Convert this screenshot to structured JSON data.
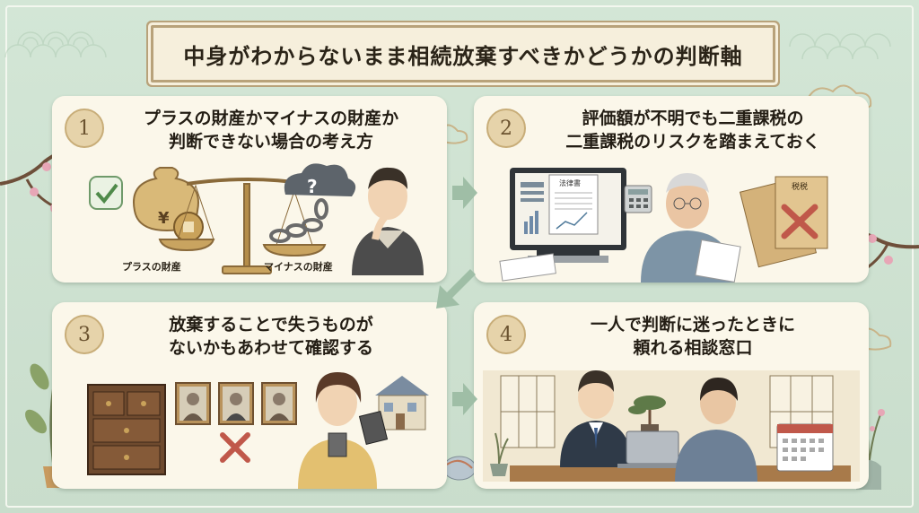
{
  "title": "中身がわからないまま相続放棄すべきかどうかの判断軸",
  "panels": [
    {
      "number": "1",
      "line1": "プラスの財産かマイナスの財産か",
      "line2": "判断できない場合の考え方",
      "caption_plus": "プラスの財産",
      "caption_minus": "マイナスの財産"
    },
    {
      "number": "2",
      "line1": "評価額が不明でも二重課税の",
      "line2": "二重課税のリスクを踏まえておく",
      "doc_label": "法律書",
      "envelope_label": "税税"
    },
    {
      "number": "3",
      "line1": "放棄することで失うものが",
      "line2": "ないかもあわせて確認する"
    },
    {
      "number": "4",
      "line1": "一人で判断に迷ったときに",
      "line2": "頼れる相談窓口"
    }
  ],
  "icons": [
    "check-icon",
    "money-bag-icon",
    "coin-icon",
    "scale-icon",
    "chain-icon",
    "question-cloud-icon",
    "thinking-person-icon",
    "computer-icon",
    "calculator-icon",
    "envelope-icon",
    "cross-icon",
    "elderly-man-icon",
    "chest-icon",
    "portrait-icon",
    "woman-icon",
    "house-icon",
    "advisor-icon",
    "client-icon",
    "laptop-icon",
    "calendar-icon",
    "bonsai-icon",
    "cherry-branch-icon",
    "cloud-icon",
    "plant-icon"
  ],
  "colors": {
    "background": "#cfe3d3",
    "panel": "#fbf7ea",
    "accent": "#c8ad78",
    "arrow": "#9fbea6",
    "cross": "#c0584a"
  }
}
